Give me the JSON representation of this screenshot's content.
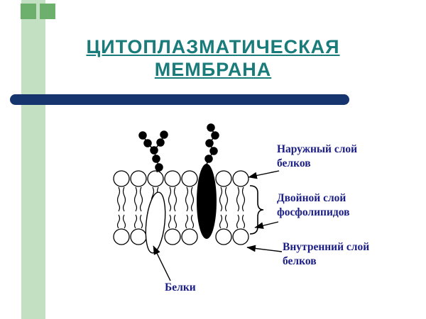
{
  "slide": {
    "title": {
      "line1": "ЦИТОПЛАЗМАТИЧЕСКАЯ",
      "line2": "МЕМБРАНА"
    }
  },
  "diagram": {
    "labels": {
      "outer_layer": "Наружный слой белков",
      "bilayer": "Двойной слой фосфолипидов",
      "inner_layer": "Внутренний слой белков",
      "proteins": "Белки"
    }
  },
  "colors": {
    "title_text": "#1a7b7b",
    "label_text": "#1a1d85",
    "divider_bar": "#16356e",
    "accent_square": "#6db06d",
    "side_bar": "#c3e0c3",
    "diagram_ink": "#000000"
  }
}
